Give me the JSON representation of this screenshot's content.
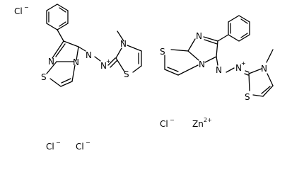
{
  "ions": {
    "chloride": {
      "symbol": "Cl",
      "charge": "−"
    },
    "zinc": {
      "symbol": "Zn",
      "charge": "2+"
    }
  },
  "molecule_left": {
    "atoms": {
      "n_ring": "N",
      "n_bridge": "N",
      "s_ring": "S",
      "n_azo1": "N",
      "n_azo2": "N",
      "azo_charge": "+",
      "n_thiazoline": "N",
      "s_thiazoline": "S",
      "methyl": "CH3"
    }
  },
  "molecule_right": {
    "atoms": {
      "n_ring": "N",
      "n_bridge": "N",
      "s_ring": "S",
      "n_azo1": "N",
      "n_azo2": "N",
      "azo_charge": "+",
      "n_thiazoline": "N",
      "s_thiazoline": "S",
      "methyl": "CH3"
    }
  }
}
